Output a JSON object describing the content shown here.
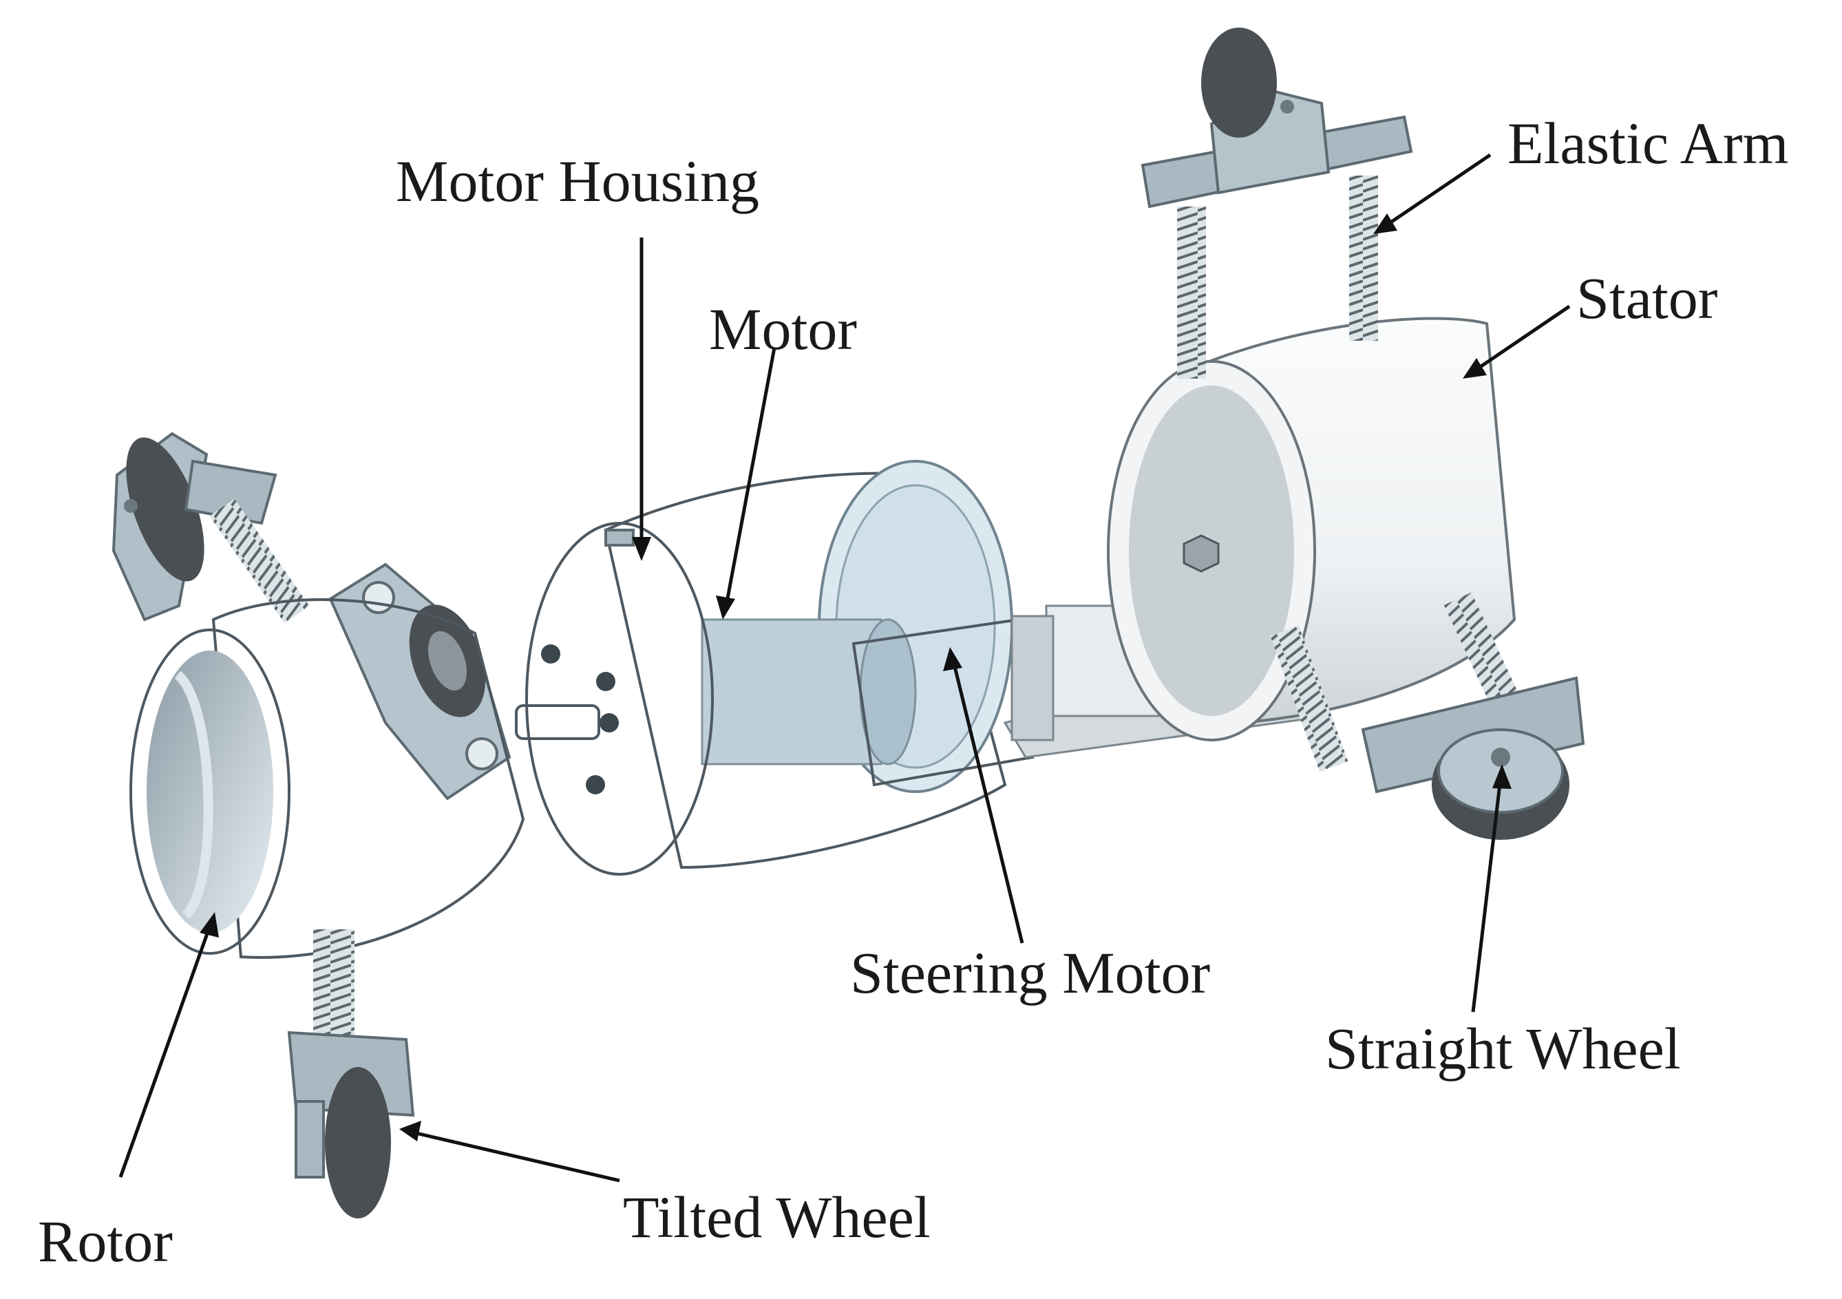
{
  "figure": {
    "labels": {
      "motor_housing": "Motor Housing",
      "motor": "Motor",
      "elastic_arm": "Elastic Arm",
      "stator": "Stator",
      "steering_motor": "Steering Motor",
      "straight_wheel": "Straight Wheel",
      "tilted_wheel": "Tilted Wheel",
      "rotor": "Rotor"
    },
    "colors": {
      "metal_light": "#dfe8ee",
      "metal_mid": "#b7c6cf",
      "metal_dark": "#7f8e97",
      "stator_white": "#f4f6f7",
      "housing_glass": "#cfe0ea",
      "wheel_dark": "#4a4f54",
      "bracket": "#a9b8c1",
      "line": "#111111"
    }
  }
}
